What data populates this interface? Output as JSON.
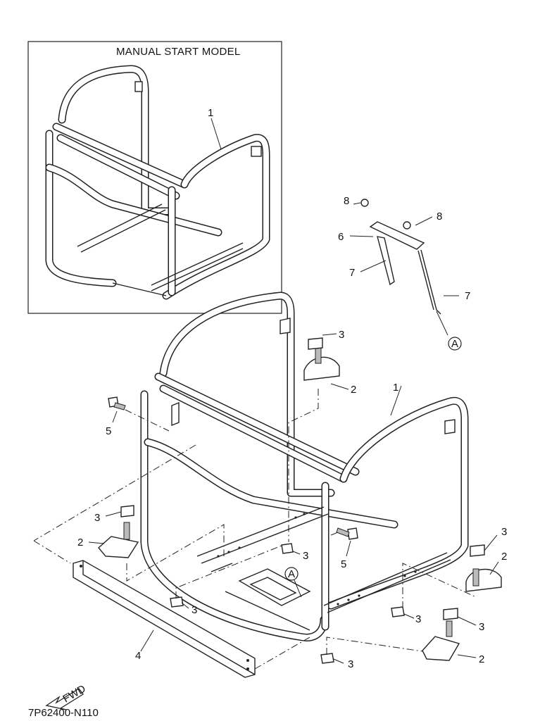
{
  "inset": {
    "title": "MANUAL START MODEL",
    "callout": "1"
  },
  "callouts": {
    "frame": "1",
    "mount_top": "2",
    "mount_left": "2",
    "mount_right": "2",
    "mount_right_lower": "2",
    "nut_top": "3",
    "nut_left": "3",
    "nut_center": "3",
    "nut_left_lower": "3",
    "nut_right_upper": "3",
    "nut_right_mid": "3",
    "nut_right_lower": "3",
    "nut_bottom": "3",
    "crossbar": "4",
    "bolt_left": "5",
    "bolt_center": "5",
    "band": "6",
    "strap_left": "7",
    "strap_right": "7",
    "clip_left": "8",
    "clip_right": "8",
    "ref_a_top": "A",
    "ref_a_tray": "A"
  },
  "fwd_label": "FWD",
  "diagram_code": "7P62400-N110"
}
